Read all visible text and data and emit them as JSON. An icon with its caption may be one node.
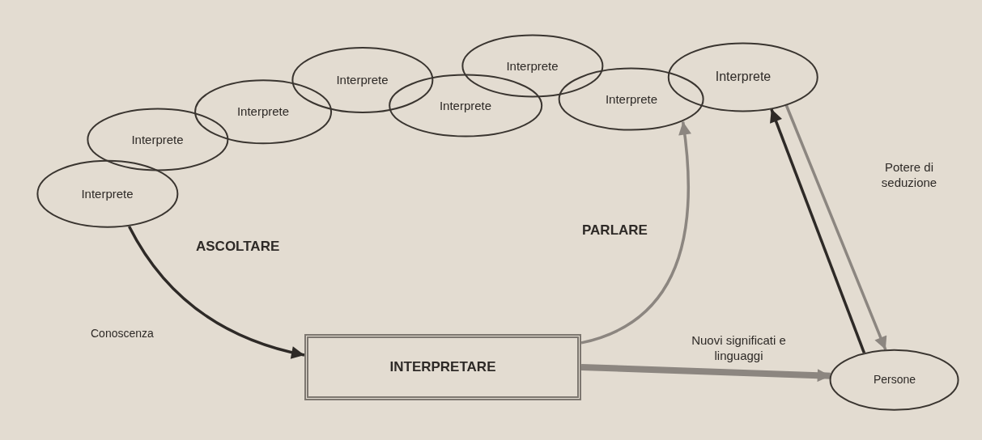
{
  "diagram": {
    "nodes": [
      {
        "text": [
          "Interprete"
        ]
      },
      {
        "text": [
          "Interprete"
        ]
      },
      {
        "text": [
          "Interprete"
        ]
      },
      {
        "text": [
          "Interprete"
        ]
      },
      {
        "text": [
          "Interprete"
        ]
      },
      {
        "text": [
          "Interprete"
        ]
      },
      {
        "text": [
          "Interprete"
        ]
      },
      {
        "text": [
          "Interprete"
        ]
      },
      {
        "text": [
          "INTERPRETARE"
        ]
      },
      {
        "text": [
          "Persone"
        ]
      }
    ],
    "edges": [
      {
        "from": 0,
        "to": 8,
        "arrow": "to",
        "label": "ASCOLTARE",
        "color": "#2e2a27"
      },
      {
        "from": 8,
        "to": 6,
        "arrow": "to",
        "label": "PARLARE"
      },
      {
        "from": 8,
        "to": 9,
        "arrow": "to",
        "label": "Nuovi significati e linguaggi",
        "style": "thick"
      },
      {
        "from": 9,
        "to": 7,
        "arrow": "to",
        "color": "#2e2a27"
      },
      {
        "from": 7,
        "to": 9,
        "arrow": "to",
        "label": "Potere di seduzione"
      }
    ],
    "labels": [
      "Conoscenza"
    ]
  }
}
